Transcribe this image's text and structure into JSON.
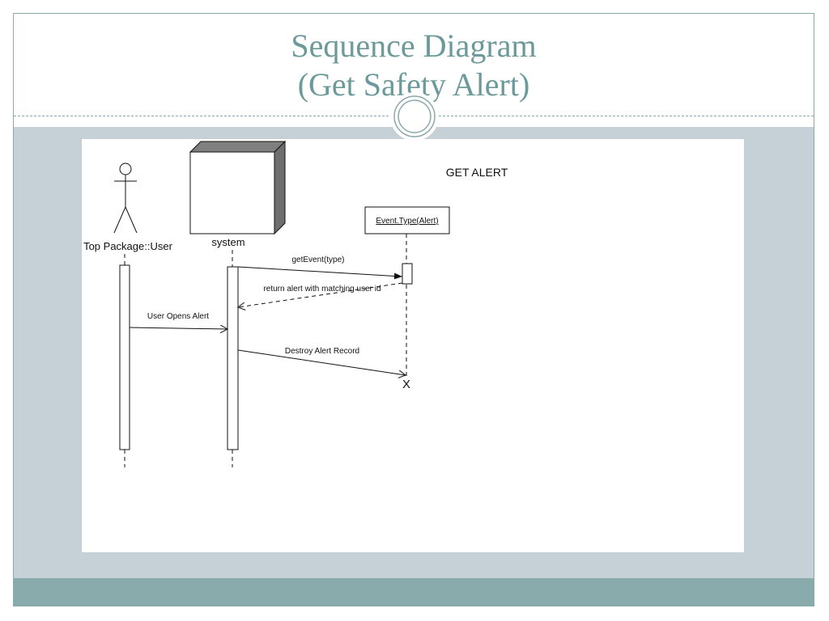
{
  "slide": {
    "title_line1": "Sequence Diagram",
    "title_line2": "(Get Safety Alert)"
  },
  "diagram": {
    "heading": "GET ALERT",
    "lifelines": {
      "user": "Top Package::User",
      "system": "system",
      "event": "Event.Type(Alert)"
    },
    "messages": {
      "get_event": "getEvent(type)",
      "return_alert": "return alert with matching user id",
      "user_opens": "User Opens Alert",
      "destroy": "Destroy Alert Record"
    },
    "destroy_mark": "X"
  },
  "colors": {
    "title": "#6c9a9a",
    "body_band": "#c5d1d6",
    "footer_band": "#8aabab",
    "frame": "#8aa9a9"
  }
}
